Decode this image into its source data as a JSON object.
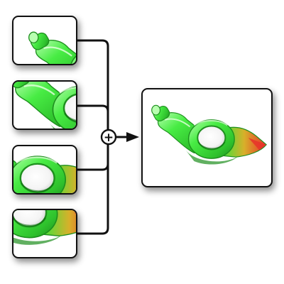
{
  "diagram": {
    "operator_symbol": "+",
    "input_tiles": [
      {
        "part": "rocker-arm-fragment-top-left",
        "icon": "rocker-arm-part-icon"
      },
      {
        "part": "rocker-arm-fragment-middle-right",
        "icon": "rocker-arm-part-icon"
      },
      {
        "part": "rocker-arm-fragment-ring-left",
        "icon": "rocker-arm-part-icon"
      },
      {
        "part": "rocker-arm-fragment-bottom-tip",
        "icon": "rocker-arm-part-icon"
      }
    ],
    "output_tile": {
      "part": "rocker-arm-assembled",
      "icon": "rocker-arm-icon"
    },
    "colors": {
      "mesh_green": "#3ce43a",
      "mesh_dark_green": "#1e8f1e",
      "mesh_light_green": "#b8ffb0",
      "edge_red": "#e8322a",
      "line": "#111111"
    }
  }
}
